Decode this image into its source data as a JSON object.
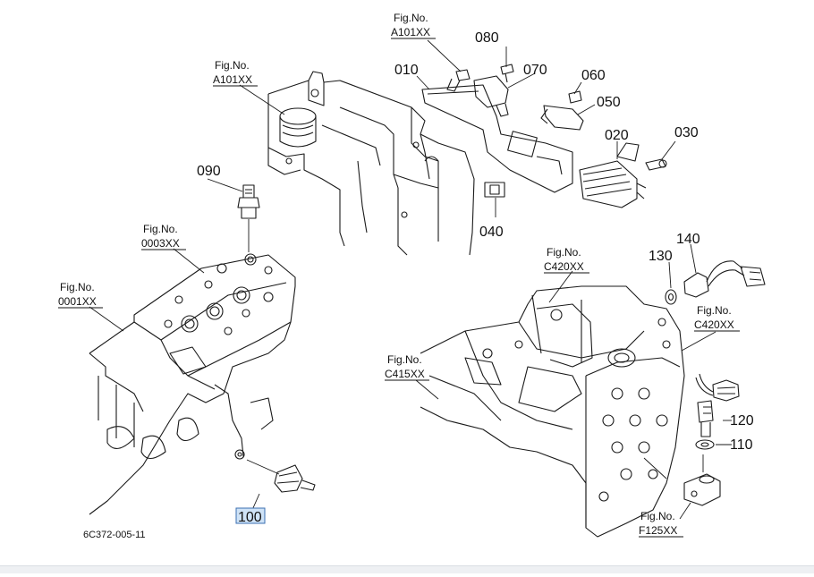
{
  "fig_refs": [
    {
      "id": "fig-ref-a101xx-top",
      "line1": "Fig.No.",
      "line2": "A101XX"
    },
    {
      "id": "fig-ref-a101xx-left",
      "line1": "Fig.No.",
      "line2": "A101XX"
    },
    {
      "id": "fig-ref-0003xx",
      "line1": "Fig.No.",
      "line2": "0003XX"
    },
    {
      "id": "fig-ref-0001xx",
      "line1": "Fig.No.",
      "line2": "0001XX"
    },
    {
      "id": "fig-ref-c420xx-top",
      "line1": "Fig.No.",
      "line2": "C420XX"
    },
    {
      "id": "fig-ref-c420xx-right",
      "line1": "Fig.No.",
      "line2": "C420XX"
    },
    {
      "id": "fig-ref-c415xx",
      "line1": "Fig.No.",
      "line2": "C415XX"
    },
    {
      "id": "fig-ref-f125xx",
      "line1": "Fig.No.",
      "line2": "F125XX"
    }
  ],
  "parts": [
    "080",
    "010",
    "070",
    "060",
    "050",
    "020",
    "030",
    "090",
    "040",
    "140",
    "130",
    "120",
    "110",
    "100"
  ],
  "selected_part": "100",
  "drawing_code": "6C372-005-11"
}
